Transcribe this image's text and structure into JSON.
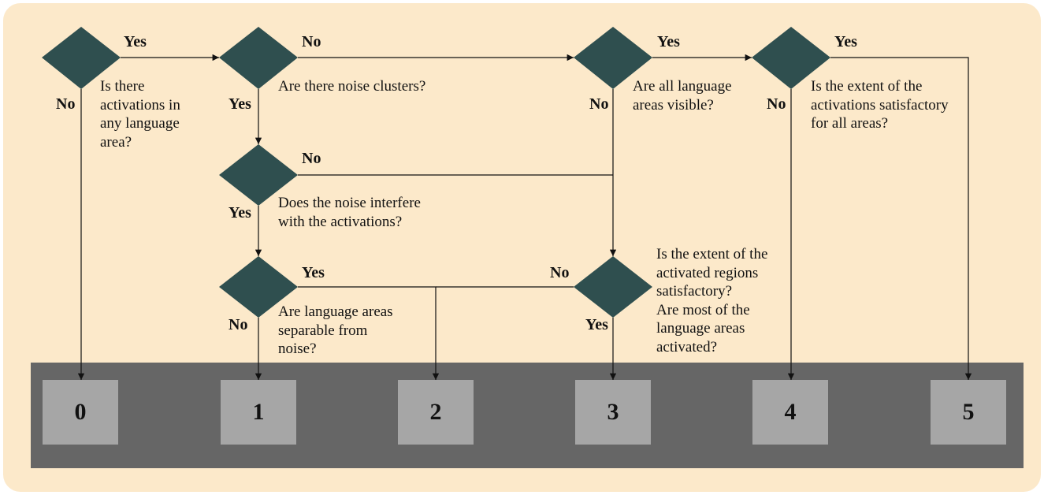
{
  "questions": {
    "q1": [
      "Is there",
      "activations in",
      "any language",
      "area?"
    ],
    "q2": [
      "Are there noise clusters?"
    ],
    "q3": [
      "Does the noise interfere",
      "with the activations?"
    ],
    "q4": [
      "Are language areas",
      "separable from",
      "noise?"
    ],
    "q5": [
      "Are all language",
      "areas visible?"
    ],
    "q6": [
      "Is the extent of the",
      "activations satisfactory",
      "for all areas?"
    ],
    "q7": [
      "Is the extent of the",
      "activated regions",
      "satisfactory?",
      "Are most of the",
      "language areas",
      "activated?"
    ]
  },
  "labels": {
    "q1_yes": "Yes",
    "q1_no": "No",
    "q2_no": "No",
    "q2_yes": "Yes",
    "q3_no": "No",
    "q3_yes": "Yes",
    "q4_yes": "Yes",
    "q4_no": "No",
    "q5_yes": "Yes",
    "q5_no": "No",
    "q6_yes": "Yes",
    "q6_no": "No",
    "q7_no": "No",
    "q7_yes": "Yes"
  },
  "scores": [
    "0",
    "1",
    "2",
    "3",
    "4",
    "5"
  ],
  "colors": {
    "background": "#fce9ca",
    "diamond": "#2f4f4f",
    "score_bar": "#666666",
    "score_box": "#a6a6a6"
  }
}
